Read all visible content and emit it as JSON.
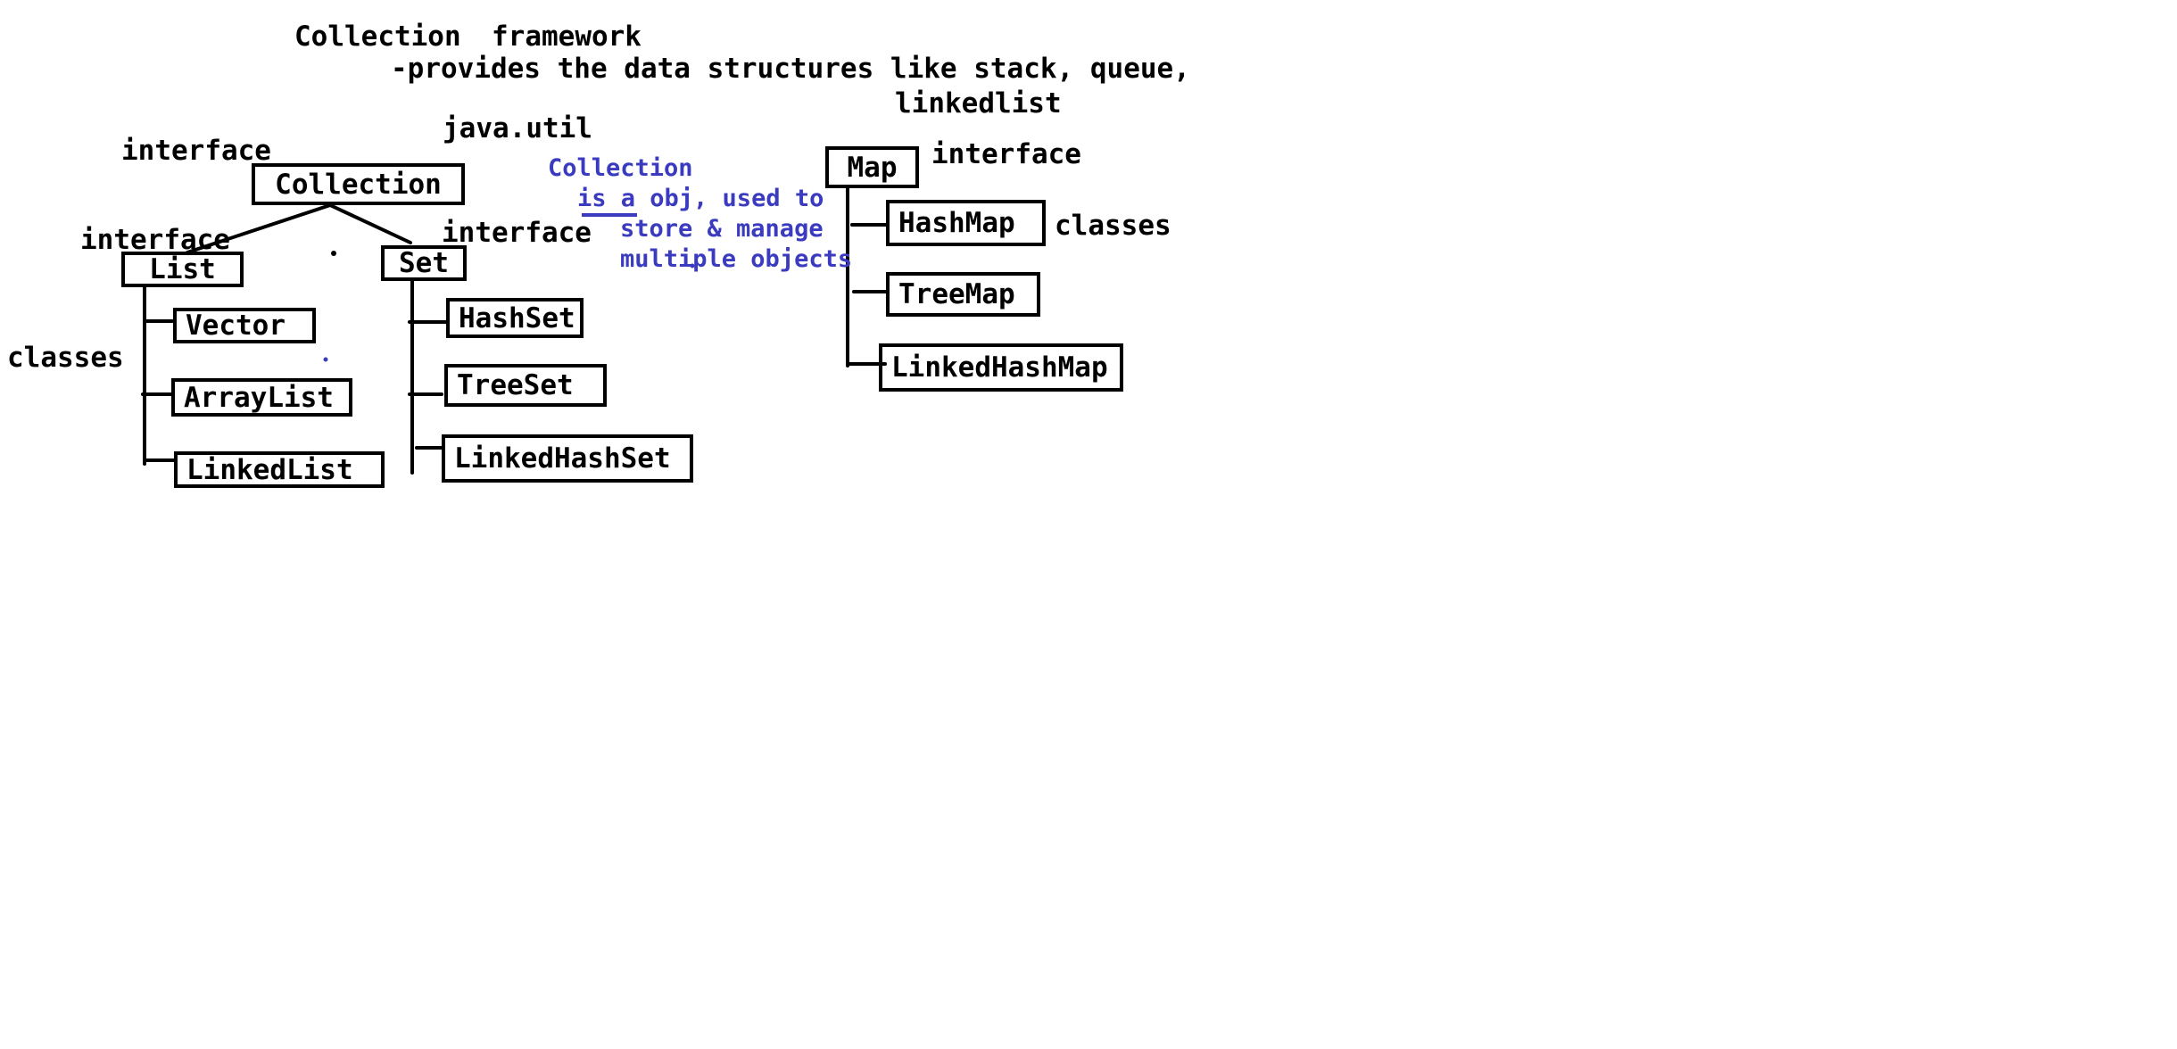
{
  "colors": {
    "ink": "#000000",
    "note_ink": "#3b3bbf",
    "background": "#ffffff"
  },
  "header": {
    "title_word1": "Collection",
    "title_word2": "framework",
    "desc_line1": "-provides the data structures like stack, queue,",
    "desc_line2": "linkedlist"
  },
  "labels": {
    "java_util": "java.util",
    "interface_collection": "interface",
    "interface_list": "interface",
    "interface_set": "interface",
    "interface_map": "interface",
    "classes_list": "classes",
    "classes_map": "classes"
  },
  "note": {
    "line1": "Collection",
    "line2": "is a obj, used to",
    "line3": "store & manage",
    "line4": "multiple objects"
  },
  "nodes": {
    "collection": "Collection",
    "list": "List",
    "set": "Set",
    "map": "Map",
    "vector": "Vector",
    "arraylist": "ArrayList",
    "linkedlist": "LinkedList",
    "hashset": "HashSet",
    "treeset": "TreeSet",
    "linkedhashset": "LinkedHashSet",
    "hashmap": "HashMap",
    "treemap": "TreeMap",
    "linkedhashmap": "LinkedHashMap"
  }
}
